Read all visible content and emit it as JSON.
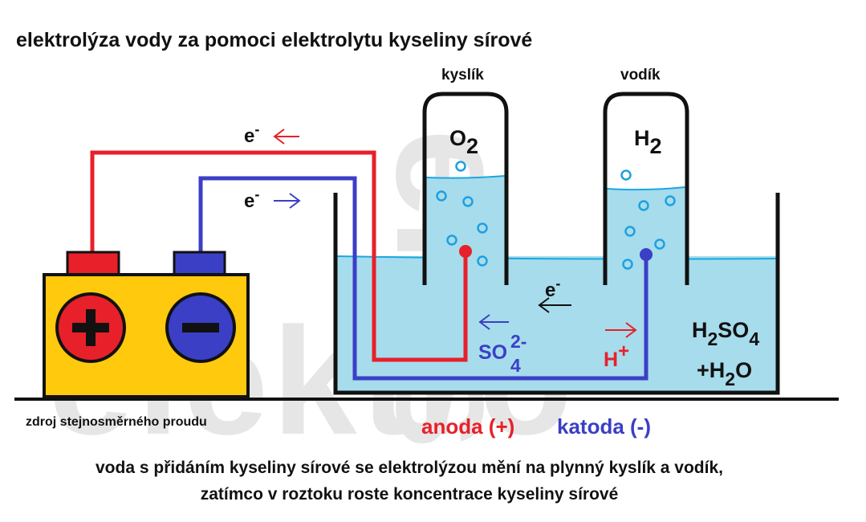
{
  "title": "elektrolýza vody za pomoci elektrolytu kyseliny sírové",
  "tubes": {
    "left_label": "kyslík",
    "left_formula": "O",
    "left_sub": "2",
    "right_label": "vodík",
    "right_formula": "H",
    "right_sub": "2"
  },
  "electron": {
    "symbol": "e",
    "charge": "-"
  },
  "battery": {
    "plus": "+",
    "minus": "−",
    "label": "zdroj stejnosměrného proudu"
  },
  "ions": {
    "sulfate": {
      "base": "SO",
      "sub": "4",
      "sup": "2-"
    },
    "hydrogen": {
      "base": "H",
      "sup": "+"
    }
  },
  "solution": {
    "l1_a": "H",
    "l1_b": "2",
    "l1_c": "SO",
    "l1_d": "4",
    "l2_a": "+H",
    "l2_b": "2",
    "l2_c": "O"
  },
  "electrodes": {
    "anode": "anoda (+)",
    "cathode": "katoda (-)"
  },
  "caption": {
    "line1": "voda s přidáním kyseliny sírové se elektrolýzou mění na plynný kyslík a vodík,",
    "line2": "zatímco v roztoku roste koncentrace kyseliny sírové"
  },
  "watermark": {
    "top": "ems",
    "bottom": "elektro"
  },
  "colors": {
    "red": "#e8202a",
    "blue": "#3b3fc6",
    "water": "#a6dcec",
    "water_line": "#1aa7e0",
    "bubble": "#1ea0e0",
    "battery": "#ffc90e"
  }
}
